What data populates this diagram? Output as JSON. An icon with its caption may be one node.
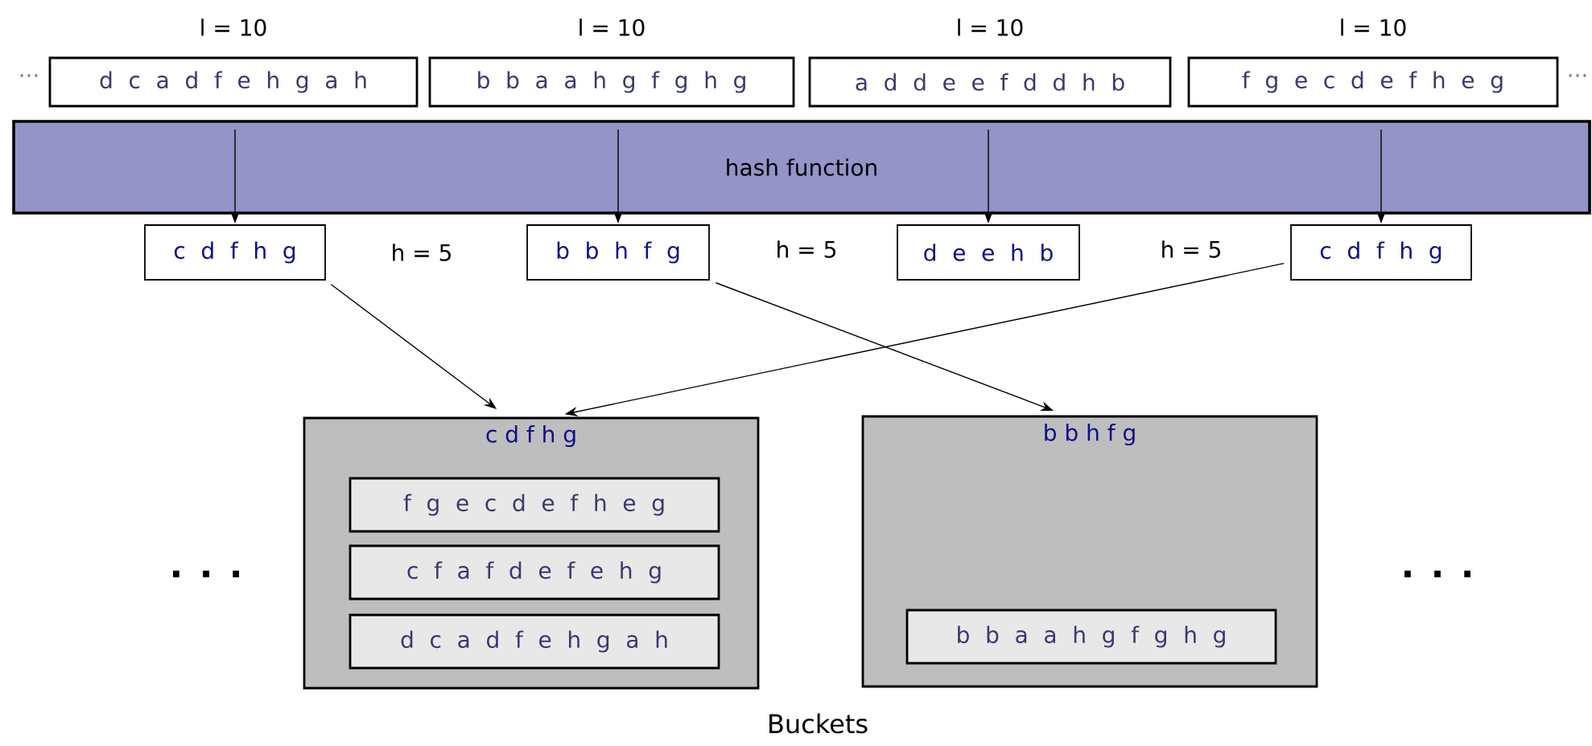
{
  "diagram": {
    "nodes": [
      {
        "text": [
          "d c a d f e h g a h"
        ],
        "beside": [
          "l = 10"
        ]
      },
      {
        "text": [
          "b b a a h g f g h g"
        ],
        "beside": [
          "l = 10"
        ]
      },
      {
        "text": [
          "a d d e e f d d h b"
        ],
        "beside": [
          "l = 10"
        ]
      },
      {
        "text": [
          "f g e c d e f h e g"
        ],
        "beside": [
          "l = 10"
        ]
      },
      {
        "text": [
          "hash function"
        ]
      },
      {
        "text": [
          "c d f h g"
        ]
      },
      {
        "text": [
          "b b h f g"
        ]
      },
      {
        "text": [
          "d e e h b"
        ]
      },
      {
        "text": [
          "c d f h g"
        ]
      },
      {
        "text": [
          "c d f h g"
        ]
      },
      {
        "text": [
          "f g e c d e f h e g"
        ],
        "in": 9
      },
      {
        "text": [
          "c f a f d e f e h g"
        ],
        "in": 9
      },
      {
        "text": [
          "d c a d f e h g a h"
        ],
        "in": 9
      },
      {
        "text": [
          "b b h f g"
        ]
      },
      {
        "text": [
          "b b a a h g f g h g"
        ],
        "in": 13
      }
    ],
    "edges": [
      {
        "from": 4,
        "to": 5,
        "arrow": "to"
      },
      {
        "from": 4,
        "to": 6,
        "arrow": "to"
      },
      {
        "from": 4,
        "to": 7,
        "arrow": "to"
      },
      {
        "from": 4,
        "to": 8,
        "arrow": "to"
      },
      {
        "from": 5,
        "to": 9,
        "arrow": "to"
      },
      {
        "from": 8,
        "to": 9,
        "arrow": "to"
      },
      {
        "from": 6,
        "to": 13,
        "arrow": "to"
      }
    ],
    "labels": [
      "...",
      "...",
      "h = 5",
      "h = 5",
      "h = 5",
      ". . .",
      ". . .",
      "Buckets"
    ]
  }
}
